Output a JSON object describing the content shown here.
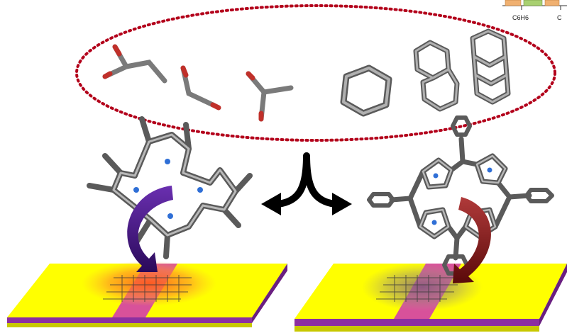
{
  "inset": {
    "label_benzene": "C6H6",
    "label_partial": "C"
  },
  "molecules": {
    "top_row": [
      {
        "name": "ester-molecule",
        "atoms": "C,O"
      },
      {
        "name": "dicarbonyl-molecule",
        "atoms": "C,O"
      },
      {
        "name": "ketone-molecule",
        "atoms": "C,O"
      },
      {
        "name": "benzene-molecule",
        "rings": 1
      },
      {
        "name": "naphthalene-molecule",
        "rings": 2
      },
      {
        "name": "anthracene-molecule",
        "rings": 3
      }
    ]
  },
  "colors": {
    "carbon_bond": "#8a8a8a",
    "oxygen": "#c0302a",
    "nitrogen": "#2f6fd6",
    "dotted_ellipse": "#b3001b",
    "substrate_top": "#ffff00",
    "substrate_side": "#c8c800",
    "substrate_purple": "#8c2fa0",
    "channel_magenta": "#d133b5",
    "left_arrow": "#4a1a8a",
    "right_arrow": "#8a1f1f",
    "split_arrow": "#000000"
  }
}
